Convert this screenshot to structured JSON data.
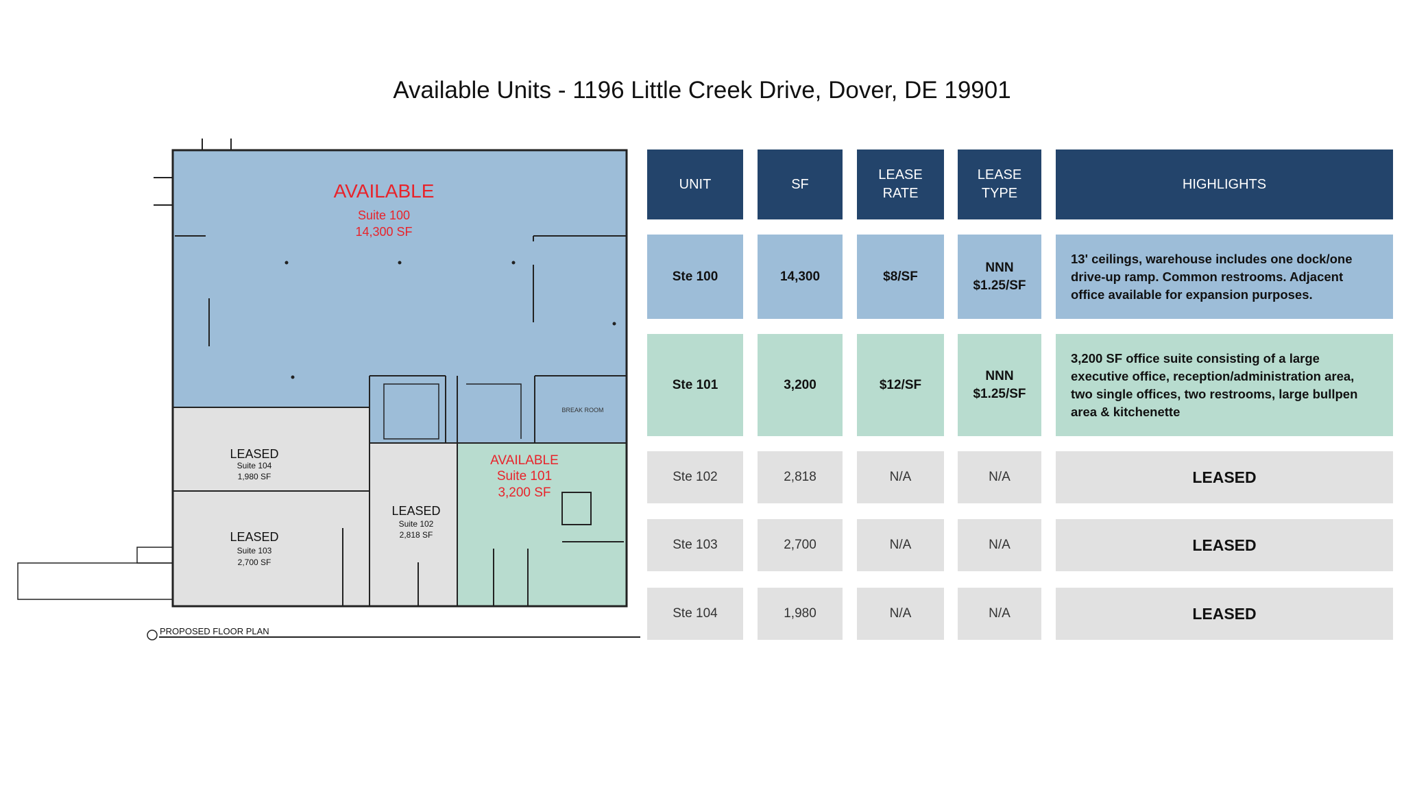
{
  "title": "Available Units - 1196 Little Creek Drive, Dover, DE 19901",
  "floor_plan": {
    "caption": "PROPOSED FLOOR PLAN",
    "break_room": "BREAK ROOM",
    "suites": [
      {
        "status": "AVAILABLE",
        "name": "Suite 100",
        "area": "14,300 SF"
      },
      {
        "status": "AVAILABLE",
        "name": "Suite 101",
        "area": "3,200 SF"
      },
      {
        "status": "LEASED",
        "name": "Suite 102",
        "area": "2,818 SF"
      },
      {
        "status": "LEASED",
        "name": "Suite 103",
        "area": "2,700 SF"
      },
      {
        "status": "LEASED",
        "name": "Suite 104",
        "area": "1,980 SF"
      }
    ],
    "colors": {
      "available_100": "#9dbdd8",
      "available_101": "#b8dccf",
      "leased": "#e1e1e1",
      "label_red": "#e8232a"
    }
  },
  "table": {
    "headers": {
      "unit": "UNIT",
      "sf": "SF",
      "rate_1": "LEASE",
      "rate_2": "RATE",
      "type_1": "LEASE",
      "type_2": "TYPE",
      "highlights": "HIGHLIGHTS"
    },
    "rows": [
      {
        "unit": "Ste 100",
        "sf": "14,300",
        "rate": "$8/SF",
        "type_1": "NNN",
        "type_2": "$1.25/SF",
        "highlights": "13' ceilings, warehouse includes one dock/one drive-up ramp. Common restrooms. Adjacent office available for expansion purposes."
      },
      {
        "unit": "Ste 101",
        "sf": "3,200",
        "rate": "$12/SF",
        "type_1": "NNN",
        "type_2": "$1.25/SF",
        "highlights": "3,200 SF office suite consisting of a large executive office, reception/administration area, two single offices, two restrooms, large bullpen area & kitchenette"
      },
      {
        "unit": "Ste 102",
        "sf": "2,818",
        "rate": "N/A",
        "type": "N/A",
        "highlights": "LEASED"
      },
      {
        "unit": "Ste 103",
        "sf": "2,700",
        "rate": "N/A",
        "type": "N/A",
        "highlights": "LEASED"
      },
      {
        "unit": "Ste 104",
        "sf": "1,980",
        "rate": "N/A",
        "type": "N/A",
        "highlights": "LEASED"
      }
    ],
    "colors": {
      "header": "#23446b",
      "row_ste100": "#9dbdd8",
      "row_ste101": "#b8dccf",
      "row_leased": "#e1e1e1"
    }
  }
}
